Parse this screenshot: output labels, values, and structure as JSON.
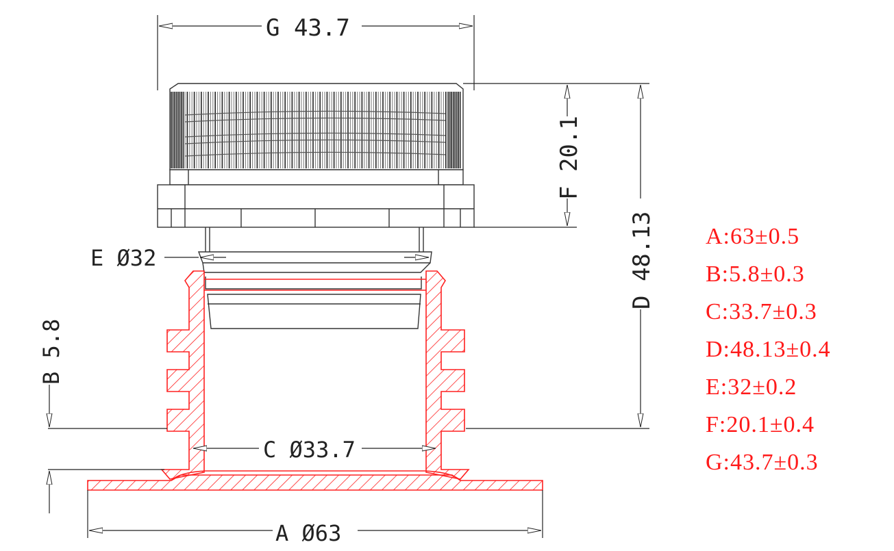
{
  "drawing": {
    "dimensions": {
      "g_label": "G 43.7",
      "f_label": "F 20.1",
      "d_label": "D 48.13",
      "e_label": "E Ø32",
      "b_label": "B 5.8",
      "c_label": "C Ø33.7",
      "a_label": "A Ø63"
    },
    "specs": [
      "A:63±0.5",
      "B:5.8±0.3",
      "C:33.7±0.3",
      "D:48.13±0.4",
      "E:32±0.2",
      "F:20.1±0.4",
      "G:43.7±0.3"
    ],
    "colors": {
      "outline": "#333333",
      "section": "#ff2020",
      "spec_text": "#ff1a1a"
    }
  }
}
